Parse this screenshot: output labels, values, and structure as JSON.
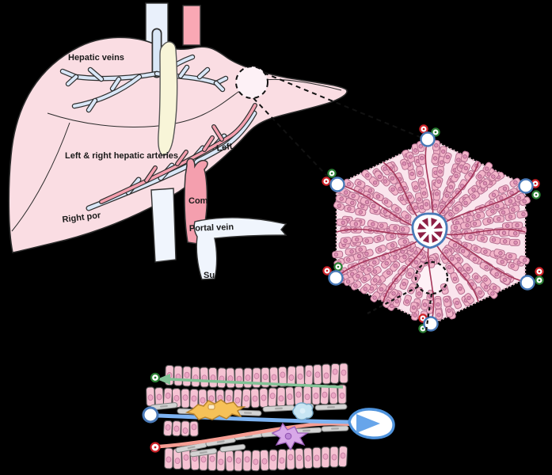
{
  "labels": {
    "hepatic_veins": "Hepatic veins",
    "hepatic_arteries": "Left & right hepatic arteries",
    "right_portal_fragment": "Right por",
    "left_fragment": "Left",
    "common_fragment": "Com",
    "portal_vein": "Portal vein",
    "superior_fragment": "Su"
  },
  "palette": {
    "background": "#000000",
    "label_color": "#1a1a1a",
    "liver": "#fadde3",
    "liver_outline": "#2b2b2b",
    "vein_rect": "#e9f0fb",
    "vein": "#d9e7f7",
    "aorta": "#f9a8b4",
    "artery": "#f49fae",
    "bile_cream": "#f8f5d8",
    "portal_white": "#f0f5fd",
    "lobule_bg": "#fae5ed",
    "hex_edge": "#e5bccb",
    "pale_zone": "#fdf1f6",
    "cell_fill": "#f2b4c9",
    "cell_stroke": "#b46f90",
    "nucleus": "#dd8fb5",
    "nucleus_stroke": "#a85e82",
    "sinusoid_red": "#a43659",
    "triad_ring": "#4a7ab8",
    "triad_red": "#cc2127",
    "triad_green": "#2a7e33",
    "wedge": "#8e2045",
    "detail_cell": "#f6c3d3",
    "detail_nucleus": "#eca6c4",
    "gray_cell": "#d3d3d3",
    "gray_stroke": "#808080",
    "green_arrow": "#82c296",
    "blue_line": "#7db3f2",
    "salmon_line": "#f69d93",
    "detail_vein_ring": "#4f93dc",
    "arrow_blue": "#67a5ea",
    "yellow_cell": "#f6c158",
    "kupffer": "#c7e5f3",
    "stellate_purple": "#d8a8e8"
  }
}
